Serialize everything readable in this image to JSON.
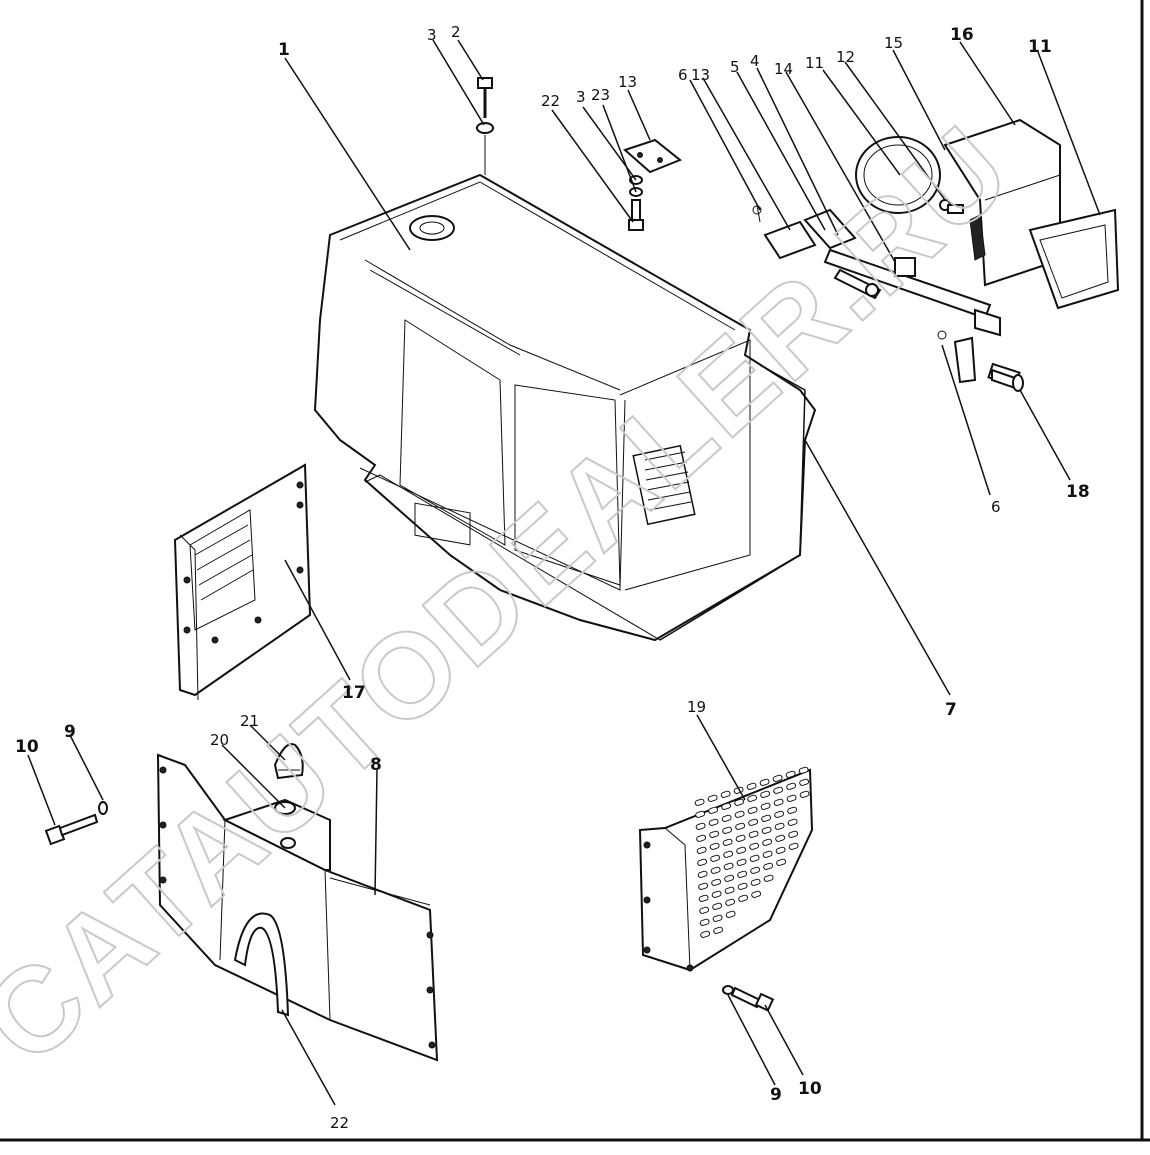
{
  "watermark": "CATAUTODEALER.RU",
  "callouts": [
    {
      "id": "c1",
      "text": "1"
    },
    {
      "id": "c2",
      "text": "2"
    },
    {
      "id": "c3a",
      "text": "3"
    },
    {
      "id": "c3b",
      "text": "3"
    },
    {
      "id": "c23",
      "text": "23"
    },
    {
      "id": "c13a",
      "text": "13"
    },
    {
      "id": "c22a",
      "text": "22"
    },
    {
      "id": "c6a",
      "text": "6"
    },
    {
      "id": "c13b",
      "text": "13"
    },
    {
      "id": "c5",
      "text": "5"
    },
    {
      "id": "c4",
      "text": "4"
    },
    {
      "id": "c14",
      "text": "14"
    },
    {
      "id": "c11a",
      "text": "11"
    },
    {
      "id": "c12",
      "text": "12"
    },
    {
      "id": "c15",
      "text": "15"
    },
    {
      "id": "c16",
      "text": "16"
    },
    {
      "id": "c11b",
      "text": "11"
    },
    {
      "id": "c6b",
      "text": "6"
    },
    {
      "id": "c18",
      "text": "18"
    },
    {
      "id": "c7",
      "text": "7"
    },
    {
      "id": "c17",
      "text": "17"
    },
    {
      "id": "c10a",
      "text": "10"
    },
    {
      "id": "c9a",
      "text": "9"
    },
    {
      "id": "c21",
      "text": "21"
    },
    {
      "id": "c20",
      "text": "20"
    },
    {
      "id": "c8",
      "text": "8"
    },
    {
      "id": "c19",
      "text": "19"
    },
    {
      "id": "c22b",
      "text": "22"
    },
    {
      "id": "c9b",
      "text": "9"
    },
    {
      "id": "c10b",
      "text": "10"
    }
  ]
}
